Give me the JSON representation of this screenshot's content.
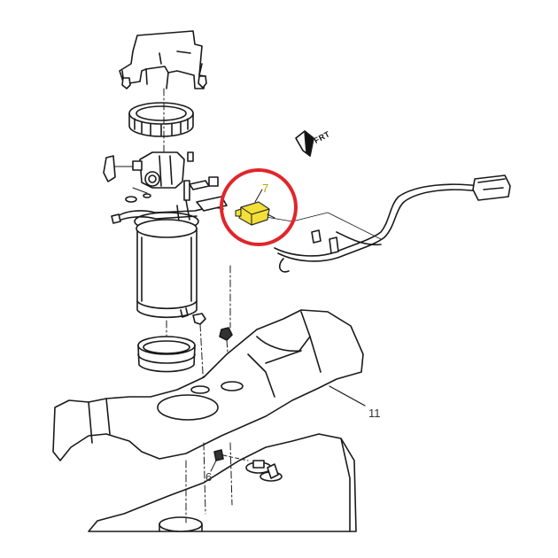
{
  "diagram": {
    "type": "exploded-parts-view",
    "subject": "fuel tank / fuel pump module assembly",
    "background": "#ffffff",
    "line_color": "#1a1a1a",
    "highlight": {
      "circle_color": "#e0262b",
      "part_fill": "#f2df3a",
      "callout": "7"
    },
    "orientation_marker": {
      "label": "FRT",
      "icon": "forward-arrow-icon"
    },
    "callouts": [
      {
        "id": "7",
        "label": "7",
        "part": "connector / sensor module (highlighted)"
      },
      {
        "id": "11",
        "label": "11",
        "part": "tank shield / strap assembly"
      },
      {
        "id": "6",
        "label": "6",
        "part": "fitting / valve"
      }
    ],
    "components": [
      "pump-module-cover",
      "locking-ring",
      "pump-head-assembly",
      "fuel-filter-canister",
      "seal-ring",
      "wiring-harness",
      "harness-connector",
      "tank-shield",
      "fuel-tank"
    ]
  }
}
